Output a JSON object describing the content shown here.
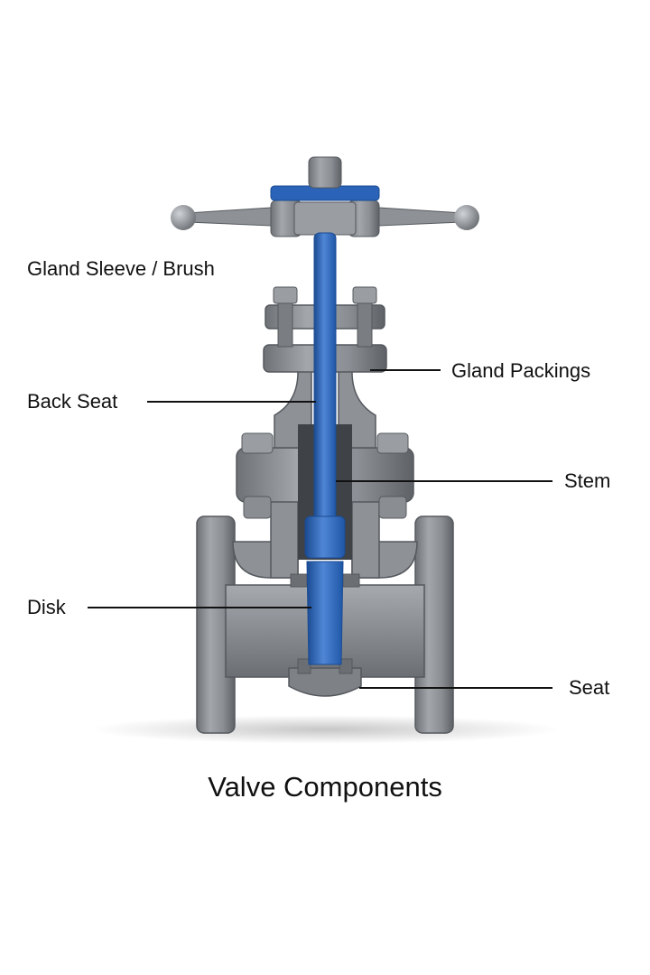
{
  "title": "Valve Components",
  "labels": {
    "gland_sleeve": "Gland Sleeve / Brush",
    "gland_packings": "Gland Packings",
    "back_seat": "Back Seat",
    "stem": "Stem",
    "disk": "Disk",
    "seat": "Seat"
  },
  "colors": {
    "body_metal": "#8e9297",
    "body_dark": "#5f6368",
    "body_light": "#b4b8bc",
    "stem_blue": "#2a63b8",
    "stem_light": "#4f86d6",
    "stem_dark": "#1b4b92",
    "leader_line": "#111111",
    "text": "#111111"
  }
}
